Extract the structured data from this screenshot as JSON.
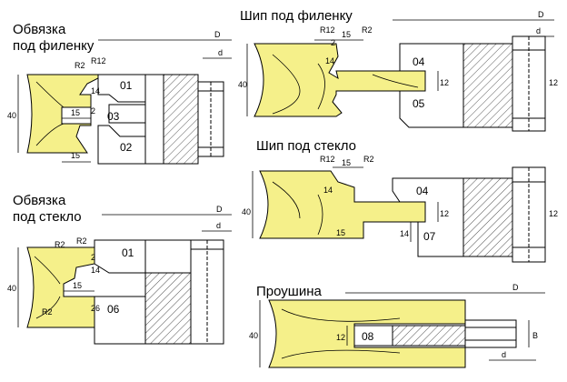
{
  "colors": {
    "workpiece": "#f5f08a",
    "outline": "#000000",
    "hatch": "#555555"
  },
  "blocks": {
    "obvyazka_filenka": {
      "title_line1": "Обвязка",
      "title_line2": "под филенку",
      "dims": {
        "r1": "R2",
        "r2": "R12",
        "w15a": "15",
        "w15b": "15",
        "d2": "2",
        "d14": "14",
        "d40": "40",
        "D": "D",
        "d": "d"
      },
      "parts": {
        "p01": "01",
        "p02": "02",
        "p03": "03"
      }
    },
    "ship_filenka": {
      "title": "Шип под филенку",
      "dims": {
        "r1": "R12",
        "r2": "R2",
        "w15": "15",
        "d2": "2",
        "d14": "14",
        "d12a": "12",
        "d12b": "12",
        "d40": "40",
        "D": "D",
        "d": "d"
      },
      "parts": {
        "p04": "04",
        "p05": "05"
      }
    },
    "obvyazka_steklo": {
      "title_line1": "Обвязка",
      "title_line2": "под стекло",
      "dims": {
        "r1": "R2",
        "r2": "R2",
        "r3": "R2",
        "w15": "15",
        "d2": "2",
        "d14": "14",
        "d26": "26",
        "d40": "40",
        "D": "D",
        "d": "d"
      },
      "parts": {
        "p01": "01",
        "p06": "06"
      }
    },
    "ship_steklo": {
      "title": "Шип под стекло",
      "dims": {
        "r1": "R12",
        "r2": "R2",
        "w15a": "15",
        "w15b": "15",
        "d14a": "14",
        "d14b": "14",
        "d12a": "12",
        "d12b": "12",
        "d40": "40"
      },
      "parts": {
        "p04": "04",
        "p07": "07"
      }
    },
    "prousina": {
      "title": "Проушина",
      "dims": {
        "d12": "12",
        "d40": "40",
        "D": "D",
        "d": "d",
        "B": "B"
      },
      "parts": {
        "p08": "08"
      }
    }
  }
}
